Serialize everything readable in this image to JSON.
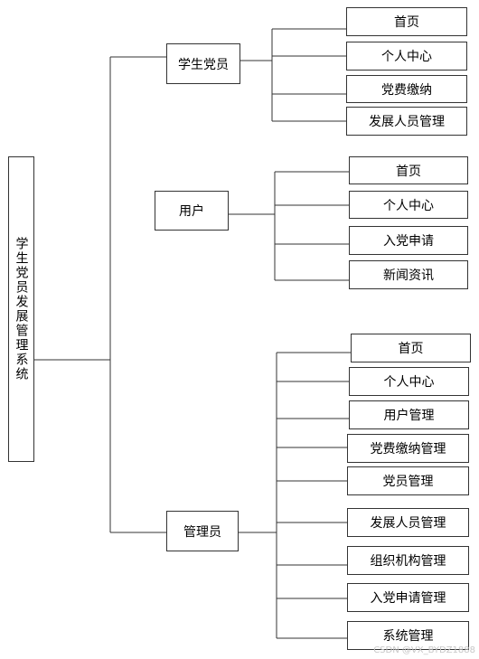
{
  "root": {
    "label": "学生党员发展管理系统"
  },
  "roles": [
    {
      "label": "学生党员",
      "items": [
        "首页",
        "个人中心",
        "党费缴纳",
        "发展人员管理"
      ]
    },
    {
      "label": "用户",
      "items": [
        "首页",
        "个人中心",
        "入党申请",
        "新闻资讯"
      ]
    },
    {
      "label": "管理员",
      "items": [
        "首页",
        "个人中心",
        "用户管理",
        "党费缴纳管理",
        "党员管理",
        "发展人员管理",
        "组织机构管理",
        "入党申请管理",
        "系统管理"
      ]
    }
  ],
  "watermark": "CSDN @VX_BYDZ1888"
}
